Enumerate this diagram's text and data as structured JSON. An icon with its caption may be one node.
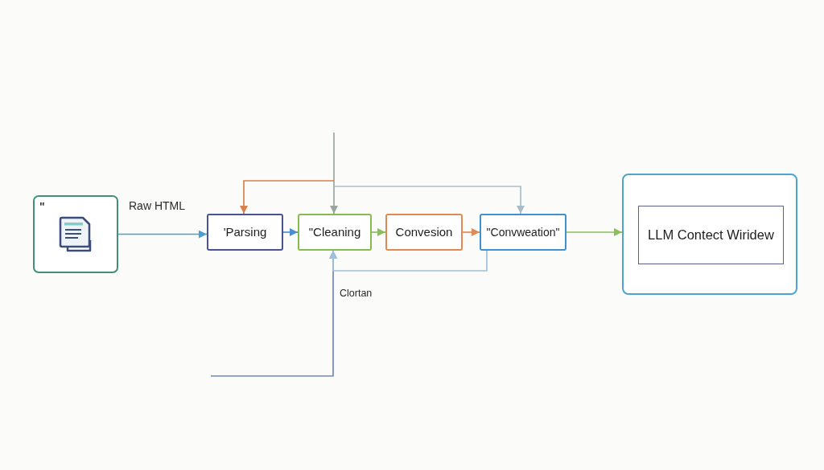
{
  "diagram": {
    "nodes": [
      {
        "text": [
          "\""
        ]
      },
      {
        "text": [
          "'Parsing"
        ]
      },
      {
        "text": [
          "\"Cleaning"
        ]
      },
      {
        "text": [
          "Convesion"
        ]
      },
      {
        "text": [
          "\"Convweation\""
        ]
      },
      {
        "text": [],
        "shape": "box"
      },
      {
        "text": [
          "LLM Contect Wiridew"
        ],
        "in": 5
      }
    ],
    "edges": [
      {
        "from": 0,
        "to": 1,
        "arrow": "to",
        "label": "Raw HTML",
        "color": "#4a9fd0"
      },
      {
        "from": 1,
        "to": 2,
        "arrow": "to",
        "color": "#4a8fd2"
      },
      {
        "from": 2,
        "to": 3,
        "arrow": "to",
        "color": "#8bbf5a"
      },
      {
        "from": 3,
        "to": 4,
        "arrow": "to",
        "color": "#e08a55"
      },
      {
        "from": 4,
        "to": 5,
        "arrow": "to",
        "color": "#8bbf5a"
      },
      {
        "from": null,
        "to": 2,
        "arrow": "to",
        "color": "#9aa59c"
      },
      {
        "from": null,
        "to": 1,
        "arrow": "to",
        "color": "#d9814e"
      },
      {
        "from": null,
        "to": 4,
        "arrow": "to",
        "color": "#a9bdc9"
      },
      {
        "from": null,
        "to": 2,
        "arrow": "to",
        "label": "Clortan",
        "color": "#7388b8"
      },
      {
        "from": 4,
        "to": 2,
        "arrow": "to",
        "color": "#9fc0dd"
      }
    ]
  }
}
